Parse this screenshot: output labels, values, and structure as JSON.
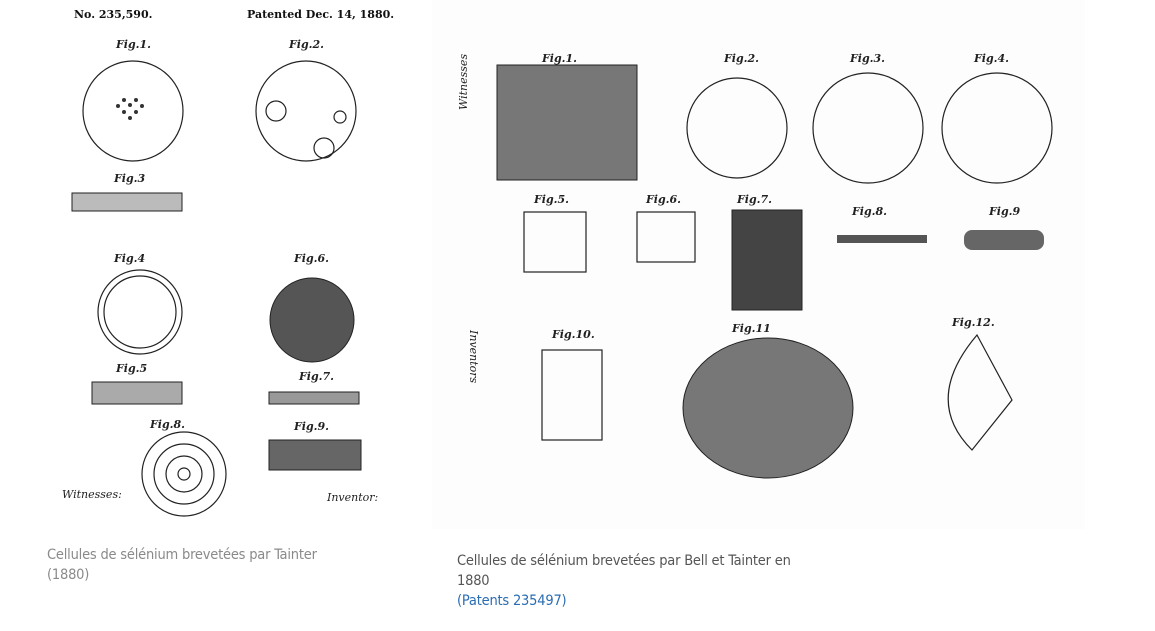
{
  "figure1": {
    "patent_no": "No. 235,590.",
    "patented": "Patented Dec. 14, 1880.",
    "figs": [
      "Fig.1.",
      "Fig.2.",
      "Fig.3",
      "Fig.4",
      "Fig.6.",
      "Fig.5",
      "Fig.7.",
      "Fig.8.",
      "Fig.9."
    ],
    "witnesses": "Witnesses:",
    "inventor": "Inventor:"
  },
  "figure2": {
    "figs": [
      "Fig.1.",
      "Fig.2.",
      "Fig.3.",
      "Fig.4.",
      "Fig.5.",
      "Fig.6.",
      "Fig.7.",
      "Fig.8.",
      "Fig.9",
      "Fig.10.",
      "Fig.11",
      "Fig.12."
    ],
    "witnesses": "Witnesses",
    "inventors": "Inventors"
  },
  "captions": {
    "left": "Cellules de sélénium brevetées par Tainter (1880)",
    "right_text": "Cellules de sélénium brevetées par Bell et Tainter en 1880",
    "right_link": "(Patents 235497)"
  }
}
